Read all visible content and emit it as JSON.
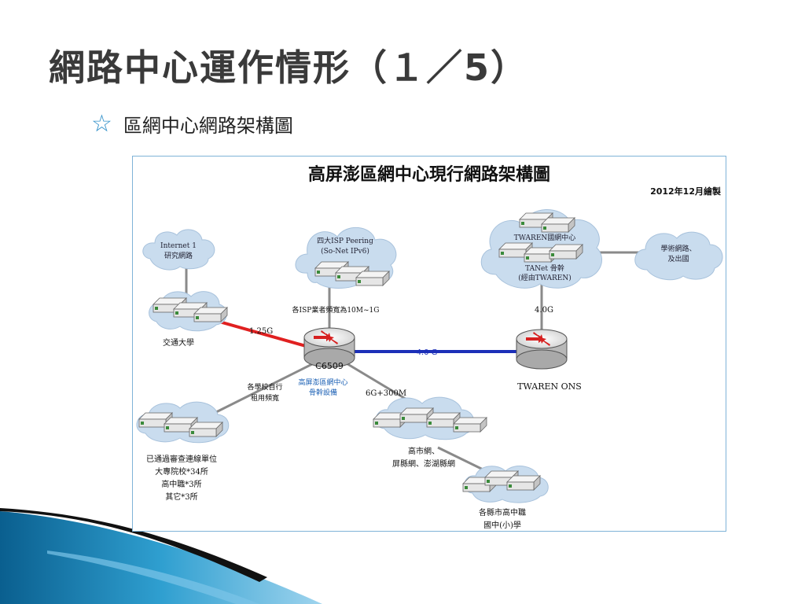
{
  "slide": {
    "title": "網路中心運作情形（１／5）",
    "bullet": "區網中心網路架構圖",
    "bullet_icon": "star-outline-icon",
    "accent_color": "#2f8fc9"
  },
  "diagram": {
    "title": "高屏澎區網中心現行網路架構圖",
    "date": "2012年12月繪製",
    "nodes": {
      "internet1": [
        "Internet 1",
        "研究網路"
      ],
      "isp": [
        "四大ISP Peering",
        "(So-Net IPv6)"
      ],
      "twaren_center": "TWAREN國網中心",
      "tanet": [
        "TANet 骨幹",
        "(經由TWAREN)"
      ],
      "academic": [
        "學術網路、",
        "及出國"
      ],
      "nctu": "交通大學",
      "c6509": "C6509",
      "twaren_ons": "TWAREN ONS",
      "core_desc": [
        "高屏澎區網中心",
        "骨幹設備"
      ],
      "lease": [
        "各學校自行",
        "租用頻寬"
      ],
      "members": [
        "已通過審查連線單位",
        "大專院校*34所",
        "高中職*3所",
        "其它*3所"
      ],
      "city_nets": [
        "高市網、",
        "屏縣網、澎湖縣網"
      ],
      "schools": [
        "各縣市高中職",
        "國中(小)學"
      ]
    },
    "links": {
      "nctu_link": "1.25G",
      "ons_link": "4.0 G",
      "tanet_link": "4.0G",
      "isp_bw": "各ISP業者頻寬為10M~1G",
      "city_link": "6G+300M"
    },
    "colors": {
      "red_link": "#e02020",
      "blue_link": "#1c2fb8",
      "gray_link": "#8a8a8a",
      "cloud": "#c9dcee",
      "core_label": "#1a5fb4"
    }
  }
}
